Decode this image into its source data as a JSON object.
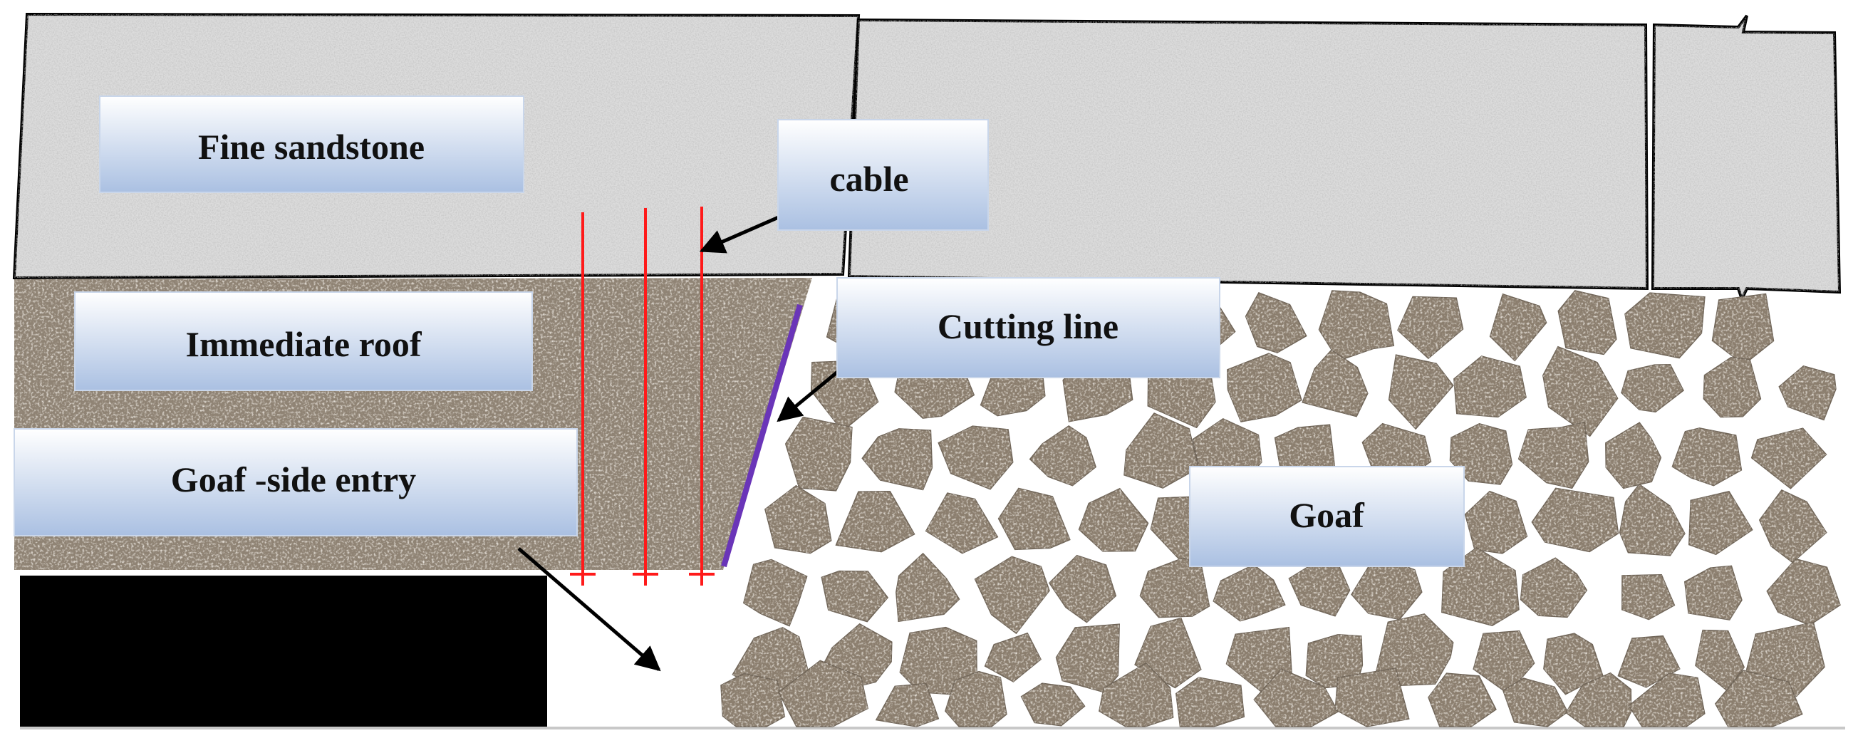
{
  "labels": {
    "fine_sandstone": "Fine sandstone",
    "cable": "cable",
    "immediate_roof": "Immediate roof",
    "cutting_line": "Cutting line",
    "goaf_side_entry": "Goaf -side entry",
    "goaf": "Goaf"
  },
  "colors": {
    "sandstone": "#dcdcdc",
    "immediate_roof": "#8f8374",
    "goaf_rock": "#8b7e6e",
    "cable": "#ff1a1a",
    "cutting_line": "#6a35b8",
    "coal_pillar": "#000000",
    "label_fill_top": "#ffffff",
    "label_fill_bottom": "#aac0e2"
  }
}
